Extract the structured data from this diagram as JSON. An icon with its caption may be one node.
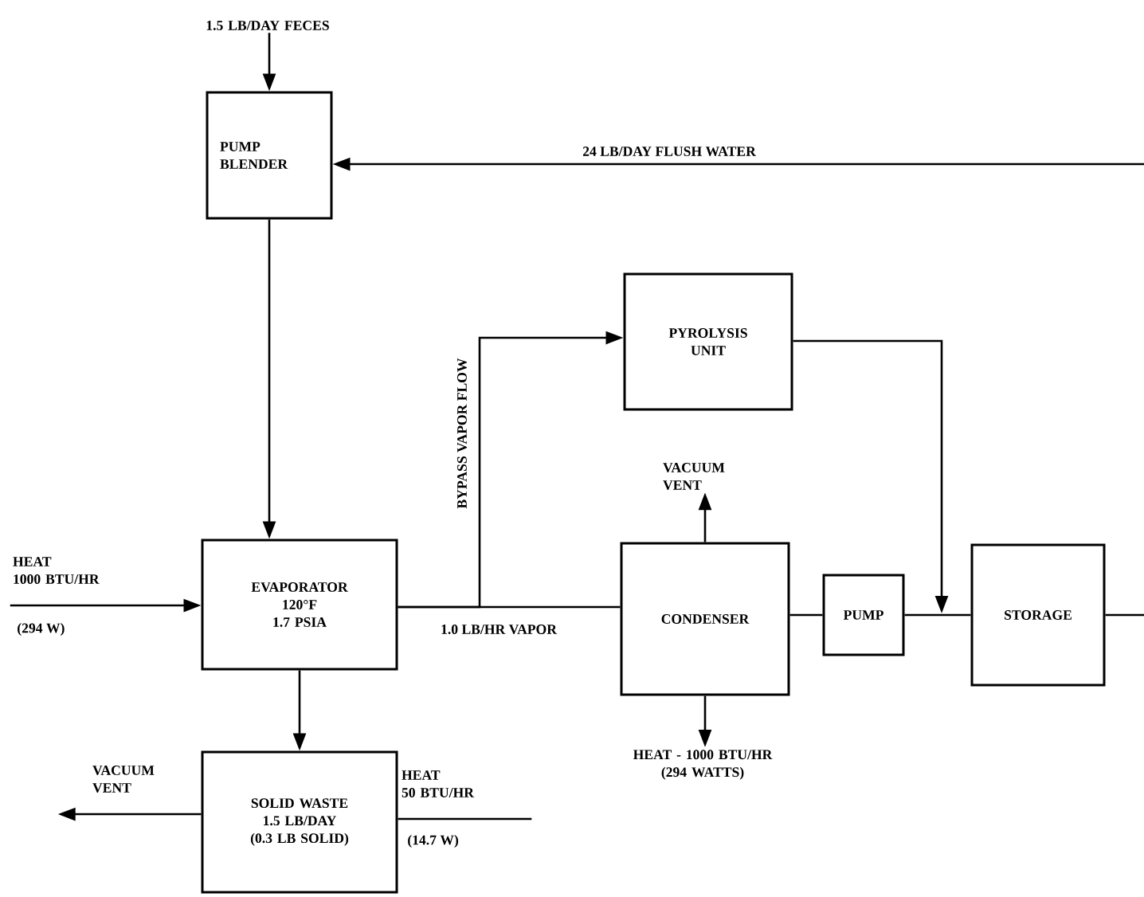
{
  "diagram": {
    "nodes": [
      {
        "text": [
          "1.5 LB/DAY FECES"
        ]
      },
      {
        "text": [
          "PUMP BLENDER"
        ]
      },
      {
        "text": [
          "EVAPORATOR",
          "120°F",
          "1.7 PSIA"
        ]
      },
      {
        "text": [
          "PYROLYSIS UNIT"
        ]
      },
      {
        "text": [
          "CONDENSER"
        ]
      },
      {
        "text": [
          "PUMP"
        ]
      },
      {
        "text": [
          "STORAGE"
        ]
      },
      {
        "text": [
          "SOLID WASTE",
          "1.5 LB/DAY",
          "(0.3 LB SOLID)"
        ]
      },
      {
        "text": [
          "HEAT",
          "1000 BTU/HR"
        ],
        "beside": [
          "(294 W)"
        ]
      },
      {
        "text": [
          "VACUUM VENT"
        ]
      },
      {
        "text": [
          "HEAT - 1000 BTU/HR (294 WATTS)"
        ]
      },
      {
        "text": [
          "VACUUM VENT"
        ]
      },
      {
        "text": [
          "HEAT",
          "50 BTU/HR"
        ]
      }
    ],
    "labels": [
      "(14.7 W)"
    ],
    "edges": [
      {
        "from": 0,
        "to": 1,
        "arrow": "to"
      },
      {
        "from": 1,
        "to": 2,
        "arrow": "to"
      },
      {
        "from": null,
        "to": 1,
        "arrow": "to",
        "label": "24 LB/DAY FLUSH WATER"
      },
      {
        "from": 2,
        "to": 4,
        "arrow": "none",
        "label": "1.0 LB/HR VAPOR"
      },
      {
        "from": 2,
        "to": 3,
        "arrow": "to",
        "label": "BYPASS VAPOR FLOW"
      },
      {
        "from": 3,
        "to": 6,
        "arrow": "to"
      },
      {
        "from": 4,
        "to": 5,
        "arrow": "none"
      },
      {
        "from": 5,
        "to": 6,
        "arrow": "none"
      },
      {
        "from": 6,
        "to": null,
        "arrow": "none"
      },
      {
        "from": 4,
        "to": 9,
        "arrow": "to"
      },
      {
        "from": 4,
        "to": 10,
        "arrow": "to"
      },
      {
        "from": 2,
        "to": 7,
        "arrow": "to"
      },
      {
        "from": 7,
        "to": 11,
        "arrow": "to"
      },
      {
        "from": 8,
        "to": 2,
        "arrow": "to"
      },
      {
        "from": 7,
        "to": 12,
        "arrow": "none"
      }
    ]
  }
}
